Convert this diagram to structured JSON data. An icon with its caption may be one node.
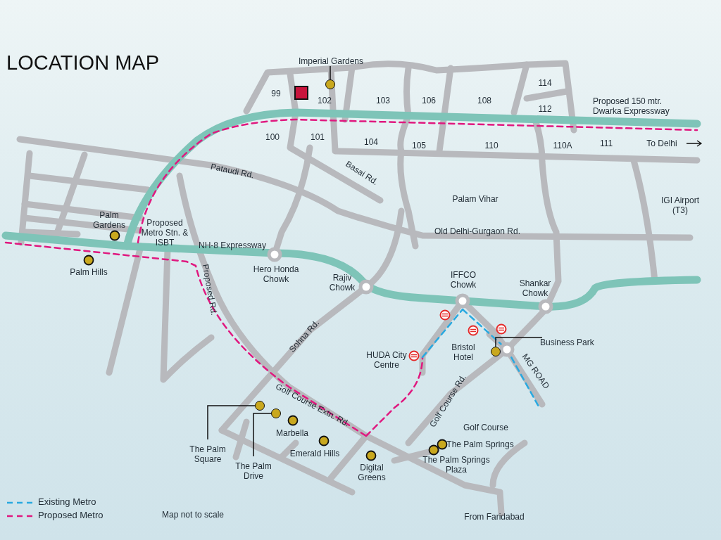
{
  "diagram": {
    "title": "LOCATION MAP",
    "nodes": [
      {
        "text": [
          "Imperial Gardens"
        ]
      },
      {
        "text": [],
        "shape": "circle"
      },
      {
        "text": [
          "The Palm Square"
        ]
      },
      {
        "text": [],
        "shape": "circle"
      },
      {
        "text": [
          "The Palm Drive"
        ]
      },
      {
        "text": [],
        "shape": "circle"
      },
      {
        "text": [
          "Business Park"
        ]
      },
      {
        "text": [],
        "shape": "circle"
      }
    ],
    "edges": [
      {
        "from": 0,
        "to": 1,
        "arrow": "none"
      },
      {
        "from": 2,
        "to": 3,
        "arrow": "none"
      },
      {
        "from": 4,
        "to": 5,
        "arrow": "none"
      },
      {
        "from": 6,
        "to": 7,
        "arrow": "none"
      }
    ],
    "labels": [
      "99",
      "102",
      "103",
      "106",
      "108",
      "114",
      "112",
      "Proposed 150 mtr. Dwarka Expressway",
      "100",
      "101",
      "104",
      "105",
      "110",
      "110A",
      "111",
      "To Delhi",
      "Pataudi Rd.",
      "Basai Rd.",
      "Palam Vihar",
      "IGI Airport (T3)",
      "Palm Gardens",
      "Proposed Metro Stn. & ISBT",
      "NH-8 Expressway",
      "Old Delhi-Gurgaon Rd.",
      "Palm Hills",
      "Hero Honda Chowk",
      "Rajiv Chowk",
      "IFFCO Chowk",
      "Shankar Chowk",
      "Proposed Rd.",
      "HUDA City Centre",
      "Bristol Hotel",
      "Sohna Rd.",
      "MG ROAD",
      "Golf Course Extn. Rd.",
      "Golf Course Rd.",
      "Marbella",
      "Golf Course",
      "The Palm Springs",
      "Emerald Hills",
      "The Palm Springs Plaza",
      "Digital Greens",
      "Map not to scale",
      "From Faridabad"
    ],
    "legend": [
      {
        "text": "Existing Metro"
      },
      {
        "text": "Proposed Metro"
      }
    ]
  }
}
